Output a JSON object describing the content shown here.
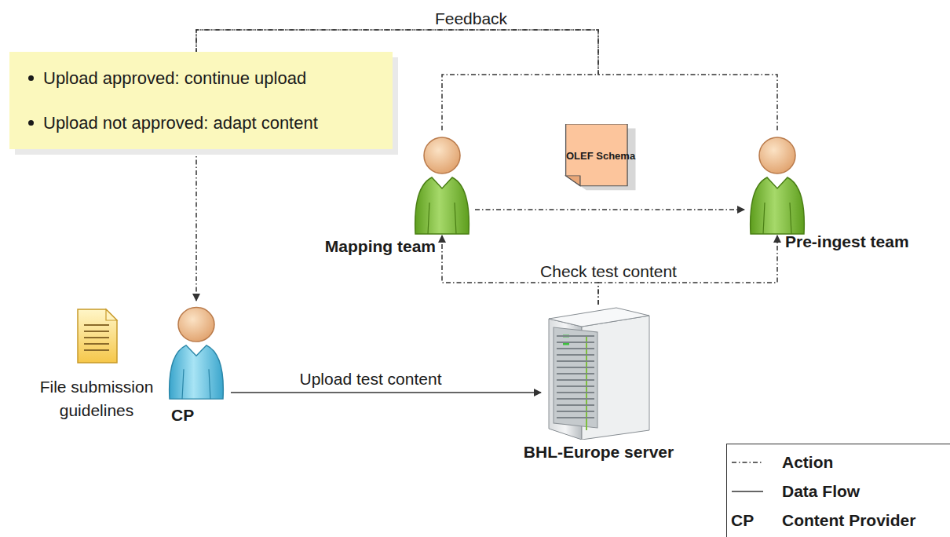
{
  "diagram": {
    "nodes": [
      {
        "text": [
          "Upload approved: continue upload",
          "Upload not approved: adapt content"
        ]
      },
      {
        "text": [
          "Mapping team"
        ]
      },
      {
        "text": [
          "OLEF Schema"
        ]
      },
      {
        "text": [
          "Pre-ingest team"
        ]
      },
      {
        "text": [
          "File submission guidelines"
        ]
      },
      {
        "text": [
          "CP"
        ]
      },
      {
        "text": [
          "BHL-Europe server"
        ]
      }
    ],
    "edges": [
      {
        "from": 1,
        "to": 0,
        "arrow": "none",
        "label": "Feedback"
      },
      {
        "from": 3,
        "to": 0,
        "arrow": "none"
      },
      {
        "from": 0,
        "to": 5,
        "arrow": "to"
      },
      {
        "from": 1,
        "to": 3,
        "arrow": "to"
      },
      {
        "from": 6,
        "to": 1,
        "arrow": "to",
        "label": "Check test content"
      },
      {
        "from": 6,
        "to": 3,
        "arrow": "to"
      },
      {
        "from": 5,
        "to": 6,
        "arrow": "to",
        "label": "Upload test content"
      }
    ],
    "labels": [
      "CP"
    ],
    "legend": [
      {
        "text": "Action"
      },
      {
        "text": "Data Flow"
      },
      {
        "text": "Content Provider"
      }
    ]
  }
}
